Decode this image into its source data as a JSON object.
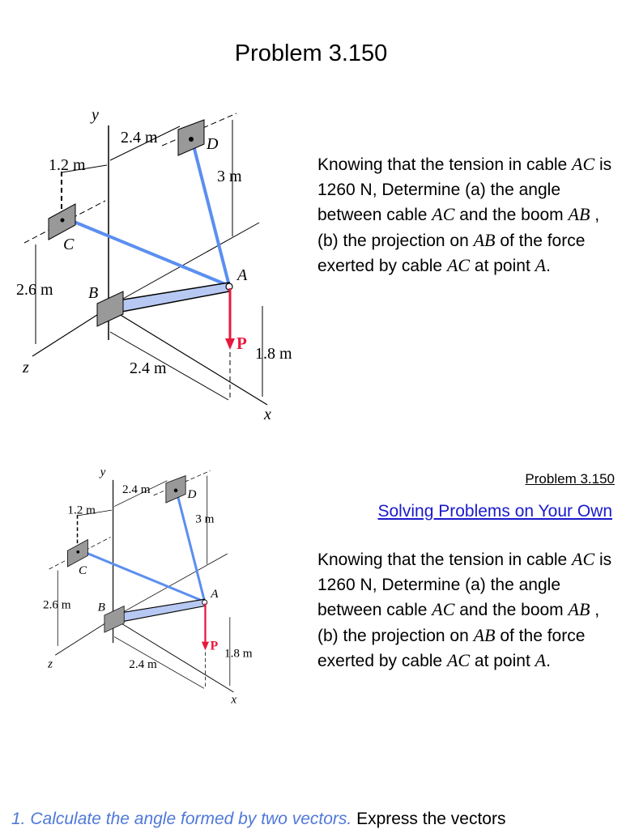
{
  "slide1": {
    "title": "Problem  3.150",
    "statement": {
      "p1": "Knowing that the tension in cable ",
      "m1": "AC",
      "p2": " is 1260 N, Determine (a) the angle between cable ",
      "m2": "AC",
      "p3": " and the boom ",
      "m3": "AB",
      "p4": " ,  (b) the projection on ",
      "m4": "AB",
      "p5": " of the force exerted by cable ",
      "m5": "AC",
      "p6": " at point ",
      "m6": "A",
      "p7": "."
    }
  },
  "slide2": {
    "small_title": "Problem  3.150",
    "link_text": "Solving Problems on Your Own",
    "statement": {
      "p1": "Knowing that the tension in cable ",
      "m1": "AC",
      "p2": " is 1260 N, Determine (a) the angle between cable ",
      "m2": "AC",
      "p3": " and the boom ",
      "m3": "AB",
      "p4": " ,  (b) the projection on ",
      "m4": "AB",
      "p5": " of the force exerted by cable ",
      "m5": "AC",
      "p6": " at point ",
      "m6": "A",
      "p7": "."
    },
    "step": {
      "number": "1.",
      "emphasis": "Calculate the angle formed by two vectors.",
      "rest": "Express the vectors"
    }
  },
  "diagram": {
    "labels": {
      "y": "y",
      "x": "x",
      "z": "z",
      "A": "A",
      "B": "B",
      "C": "C",
      "D": "D",
      "P": "P",
      "dim_top": "2.4 m",
      "dim_left_top": "1.2 m",
      "dim_vert_3": "3 m",
      "dim_left_26": "2.6 m",
      "dim_bottom_24": "2.4 m",
      "dim_right_18": "1.8 m"
    },
    "colors": {
      "cable": "#5b8ff0",
      "force": "#e8193c",
      "boom": "#b7c9f2",
      "plate": "#999999"
    }
  }
}
